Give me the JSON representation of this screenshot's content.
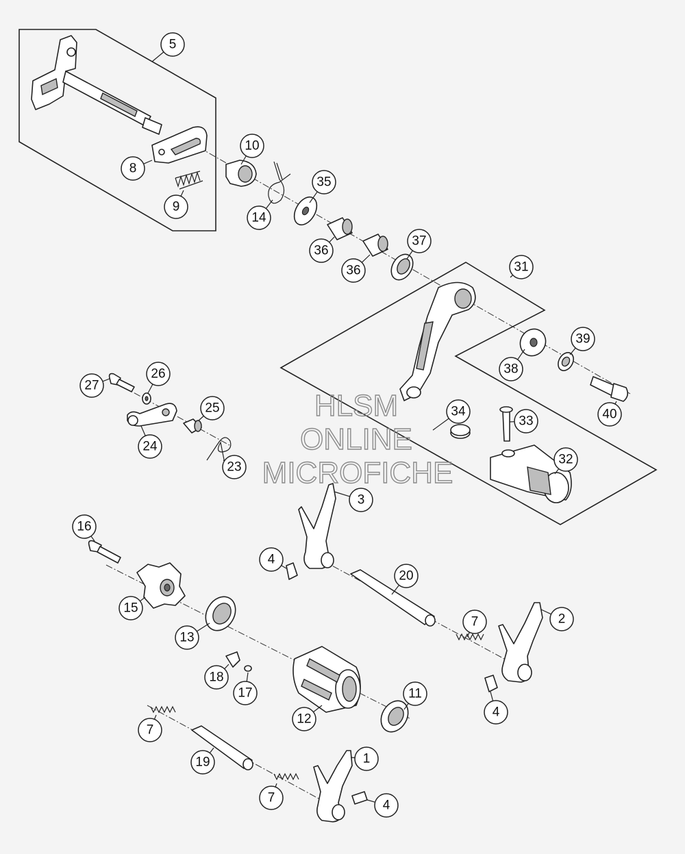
{
  "watermark": {
    "line1": "HLSM",
    "line2": "ONLINE",
    "line3": "MICROFICHE"
  },
  "callouts": [
    {
      "id": "c5",
      "label": "5"
    },
    {
      "id": "c8",
      "label": "8"
    },
    {
      "id": "c9",
      "label": "9"
    },
    {
      "id": "c10",
      "label": "10"
    },
    {
      "id": "c14",
      "label": "14"
    },
    {
      "id": "c35",
      "label": "35"
    },
    {
      "id": "c36a",
      "label": "36"
    },
    {
      "id": "c36b",
      "label": "36"
    },
    {
      "id": "c37",
      "label": "37"
    },
    {
      "id": "c31",
      "label": "31"
    },
    {
      "id": "c38",
      "label": "38"
    },
    {
      "id": "c39",
      "label": "39"
    },
    {
      "id": "c40",
      "label": "40"
    },
    {
      "id": "c34",
      "label": "34"
    },
    {
      "id": "c33",
      "label": "33"
    },
    {
      "id": "c32",
      "label": "32"
    },
    {
      "id": "c27",
      "label": "27"
    },
    {
      "id": "c26",
      "label": "26"
    },
    {
      "id": "c25",
      "label": "25"
    },
    {
      "id": "c24",
      "label": "24"
    },
    {
      "id": "c23",
      "label": "23"
    },
    {
      "id": "c3",
      "label": "3"
    },
    {
      "id": "c4a",
      "label": "4"
    },
    {
      "id": "c20",
      "label": "20"
    },
    {
      "id": "c16",
      "label": "16"
    },
    {
      "id": "c15",
      "label": "15"
    },
    {
      "id": "c13",
      "label": "13"
    },
    {
      "id": "c7a",
      "label": "7"
    },
    {
      "id": "c2",
      "label": "2"
    },
    {
      "id": "c18",
      "label": "18"
    },
    {
      "id": "c17",
      "label": "17"
    },
    {
      "id": "c11",
      "label": "11"
    },
    {
      "id": "c12",
      "label": "12"
    },
    {
      "id": "c4b",
      "label": "4"
    },
    {
      "id": "c7b",
      "label": "7"
    },
    {
      "id": "c19",
      "label": "19"
    },
    {
      "id": "c1",
      "label": "1"
    },
    {
      "id": "c7c",
      "label": "7"
    },
    {
      "id": "c4c",
      "label": "4"
    }
  ]
}
